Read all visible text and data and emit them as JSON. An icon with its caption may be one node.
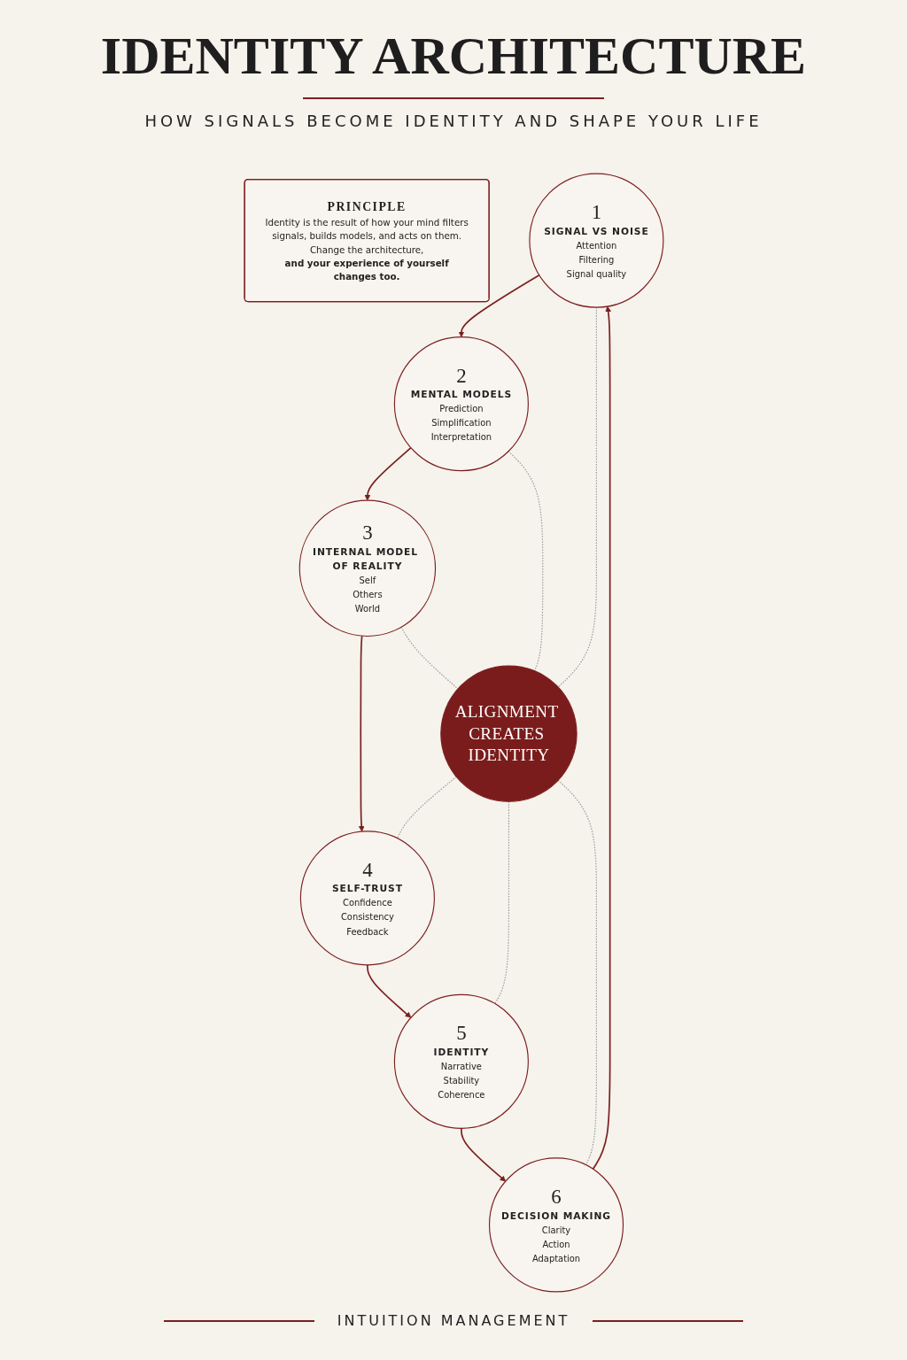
{
  "diagram": {
    "title": "IDENTITY ARCHITECTURE",
    "nodes": [
      {
        "text": [
          "1",
          "SIGNAL VS NOISE",
          "Attention",
          "Filtering",
          "Signal quality"
        ]
      },
      {
        "text": [
          "2",
          "MENTAL MODELS",
          "Prediction",
          "Simplification",
          "Interpretation"
        ]
      },
      {
        "text": [
          "3",
          "INTERNAL MODEL OF REALITY",
          "Self",
          "Others",
          "World"
        ]
      },
      {
        "text": [
          "4",
          "SELF-TRUST",
          "Confidence",
          "Consistency",
          "Feedback"
        ]
      },
      {
        "text": [
          "5",
          "IDENTITY",
          "Narrative",
          "Stability",
          "Coherence"
        ]
      },
      {
        "text": [
          "6",
          "DECISION MAKING",
          "Clarity",
          "Action",
          "Adaptation"
        ]
      },
      {
        "text": [
          "ALIGNMENT CREATES IDENTITY"
        ]
      },
      {
        "text": [
          "PRINCIPLE",
          "Identity is the result of how your mind filters signals, builds models, and acts on them.",
          "Change the architecture,",
          "and your experience of yourself changes too."
        ]
      }
    ],
    "edges": [
      {
        "from": 0,
        "to": 1,
        "arrow": "to"
      },
      {
        "from": 1,
        "to": 2,
        "arrow": "to"
      },
      {
        "from": 2,
        "to": 3,
        "arrow": "to"
      },
      {
        "from": 3,
        "to": 4,
        "arrow": "to"
      },
      {
        "from": 4,
        "to": 5,
        "arrow": "to"
      },
      {
        "from": 5,
        "to": 0,
        "arrow": "to"
      },
      {
        "from": 0,
        "to": 6,
        "arrow": "none",
        "style": "dashed",
        "color": "#9a9a9a"
      },
      {
        "from": 1,
        "to": 6,
        "arrow": "none",
        "style": "dashed",
        "color": "#9a9a9a"
      },
      {
        "from": 2,
        "to": 6,
        "arrow": "none",
        "style": "dashed",
        "color": "#9a9a9a"
      },
      {
        "from": 6,
        "to": 3,
        "arrow": "none",
        "style": "dashed",
        "color": "#9a9a9a"
      },
      {
        "from": 6,
        "to": 4,
        "arrow": "none",
        "style": "dashed",
        "color": "#9a9a9a"
      },
      {
        "from": 6,
        "to": 5,
        "arrow": "none",
        "style": "dashed",
        "color": "#9a9a9a"
      }
    ],
    "labels": [
      "HOW SIGNALS BECOME IDENTITY AND SHAPE YOUR LIFE",
      "INTUITION MANAGEMENT"
    ]
  }
}
